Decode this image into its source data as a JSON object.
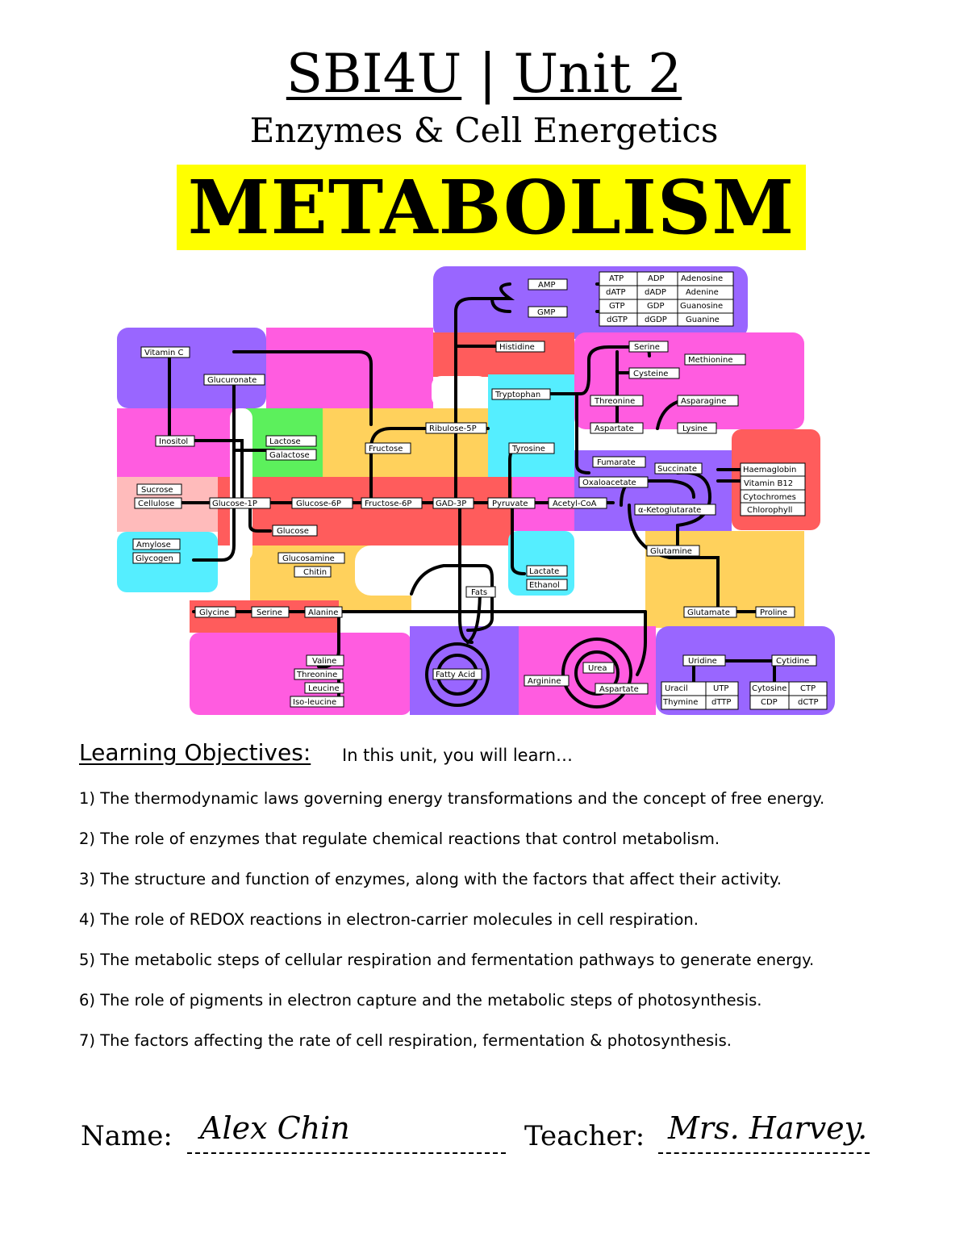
{
  "header": {
    "course_code": "SBI4U",
    "separator": "|",
    "unit": "Unit 2",
    "subtitle": "Enzymes & Cell Energetics",
    "title": "METABOLISM"
  },
  "metabolic_map": {
    "nodes": {
      "amp": "AMP",
      "gmp": "GMP",
      "atp": "ATP",
      "adp": "ADP",
      "adenosine": "Adenosine",
      "datp": "dATP",
      "dadp": "dADP",
      "adenine": "Adenine",
      "gtp": "GTP",
      "gdp": "GDP",
      "guanosine": "Guanosine",
      "dgtp": "dGTP",
      "dgdp": "dGDP",
      "guanine": "Guanine",
      "vitamin_c": "Vitamin C",
      "glucuronate": "Glucuronate",
      "inositol": "Inositol",
      "lactose": "Lactose",
      "galactose": "Galactose",
      "histidine": "Histidine",
      "tryptophan": "Tryptophan",
      "ribulose_5p": "Ribulose-5P",
      "fructose": "Fructose",
      "tyrosine": "Tyrosine",
      "serine_top": "Serine",
      "methionine": "Methionine",
      "cysteine": "Cysteine",
      "threonine_top": "Threonine",
      "asparagine": "Asparagine",
      "aspartate_top": "Aspartate",
      "lysine": "Lysine",
      "fumarate": "Fumarate",
      "succinate": "Succinate",
      "oxaloacetate": "Oxaloacetate",
      "a_ketoglutarate": "α-Ketoglutarate",
      "haemaglobin": "Haemaglobin",
      "vitamin_b12": "Vitamin B12",
      "cytochromes": "Cytochromes",
      "chlorophyll": "Chlorophyll",
      "sucrose": "Sucrose",
      "cellulose": "Cellulose",
      "glucose_1p": "Glucose-1P",
      "glucose_6p": "Glucose-6P",
      "fructose_6p": "Fructose-6P",
      "gad_3p": "GAD-3P",
      "pyruvate": "Pyruvate",
      "acetyl_coa": "Acetyl-CoA",
      "glucose": "Glucose",
      "amylose": "Amylose",
      "glycogen": "Glycogen",
      "glucosamine": "Glucosamine",
      "chitin": "Chitin",
      "lactate": "Lactate",
      "ethanol": "Ethanol",
      "fats": "Fats",
      "glutamine": "Glutamine",
      "glutamate": "Glutamate",
      "proline": "Proline",
      "glycine": "Glycine",
      "serine_bottom": "Serine",
      "alanine": "Alanine",
      "valine": "Valine",
      "threonine_bottom": "Threonine",
      "leucine": "Leucine",
      "isoleucine": "Iso-leucine",
      "fatty_acid": "Fatty Acid",
      "urea": "Urea",
      "arginine": "Arginine",
      "aspartate_bottom": "Aspartate",
      "uridine": "Uridine",
      "cytidine": "Cytidine",
      "uracil": "Uracil",
      "utp": "UTP",
      "cytosine": "Cytosine",
      "ctp": "CTP",
      "thymine": "Thymine",
      "dttp": "dTTP",
      "cdp": "CDP",
      "dctp": "dCTP"
    },
    "colors": {
      "purple": "#9966ff",
      "red": "#ff5c5c",
      "pink": "#ff5ce0",
      "orange": "#ffd15c",
      "green": "#5cf05c",
      "cyan": "#55eeff",
      "light_pink": "#ffbbbb"
    }
  },
  "objectives": {
    "heading": "Learning Objectives:",
    "intro": "In this unit, you will learn…",
    "items": [
      "1)  The thermodynamic laws governing energy transformations and the concept of free energy.",
      "2)  The role of enzymes that regulate chemical reactions that control metabolism.",
      "3)  The structure and function of enzymes, along with the factors that affect their activity.",
      "4)  The role of REDOX reactions in electron-carrier molecules in cell respiration.",
      "5)  The metabolic steps of cellular respiration and fermentation pathways to generate energy.",
      "6)  The role of pigments in electron capture and the metabolic steps of photosynthesis.",
      "7) The factors affecting the rate of cell respiration, fermentation  & photosynthesis."
    ]
  },
  "footer": {
    "name_label": "Name:",
    "name_value": "Alex Chin",
    "teacher_label": "Teacher:",
    "teacher_value": "Mrs. Harvey."
  }
}
